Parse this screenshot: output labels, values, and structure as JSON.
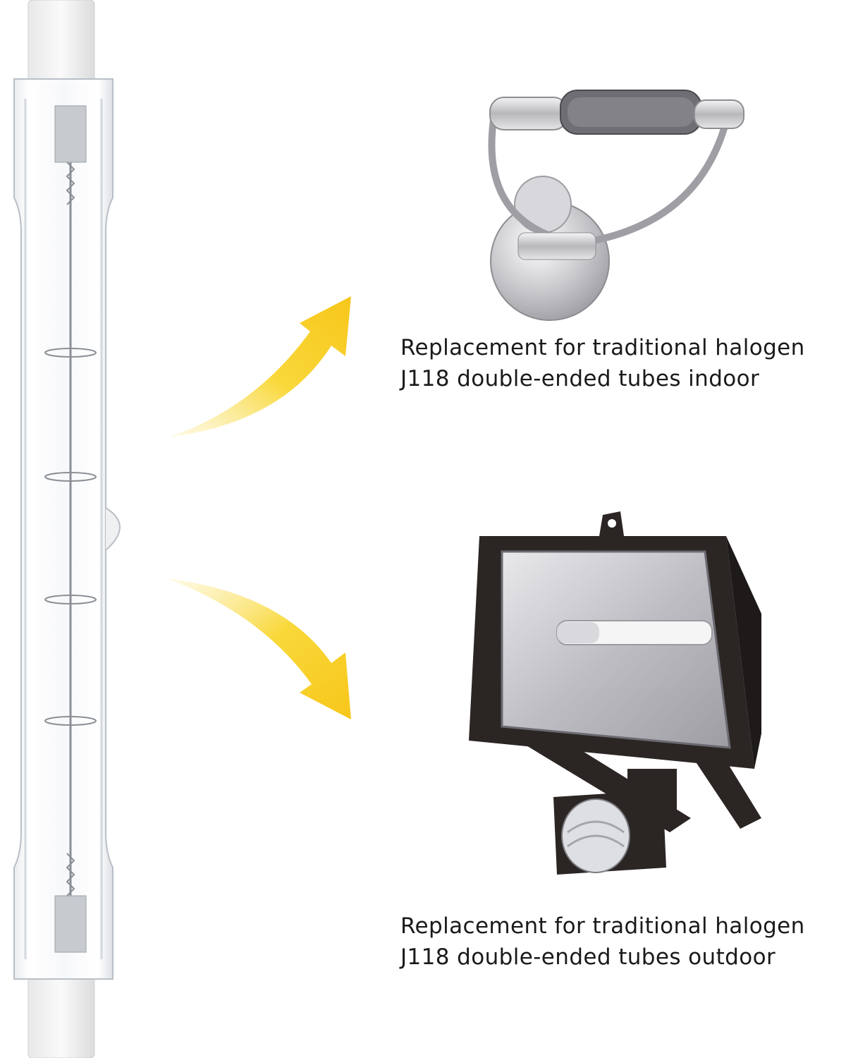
{
  "captions": {
    "indoor": {
      "line1": "Replacement for traditional halogen",
      "line2": "J118 double-ended tubes indoor"
    },
    "outdoor": {
      "line1": "Replacement for traditional halogen",
      "line2": "J118 double-ended tubes outdoor"
    }
  },
  "colors": {
    "arrow": "#f7c61a",
    "arrow_light": "#fbe88a",
    "floodlight_body": "#2b2624",
    "chrome": "#c9c9cc"
  },
  "icons": {
    "bulb": "halogen-tube-icon",
    "indoor": "wall-lamp-icon",
    "outdoor": "floodlight-icon",
    "arrow": "curved-arrow-icon"
  }
}
